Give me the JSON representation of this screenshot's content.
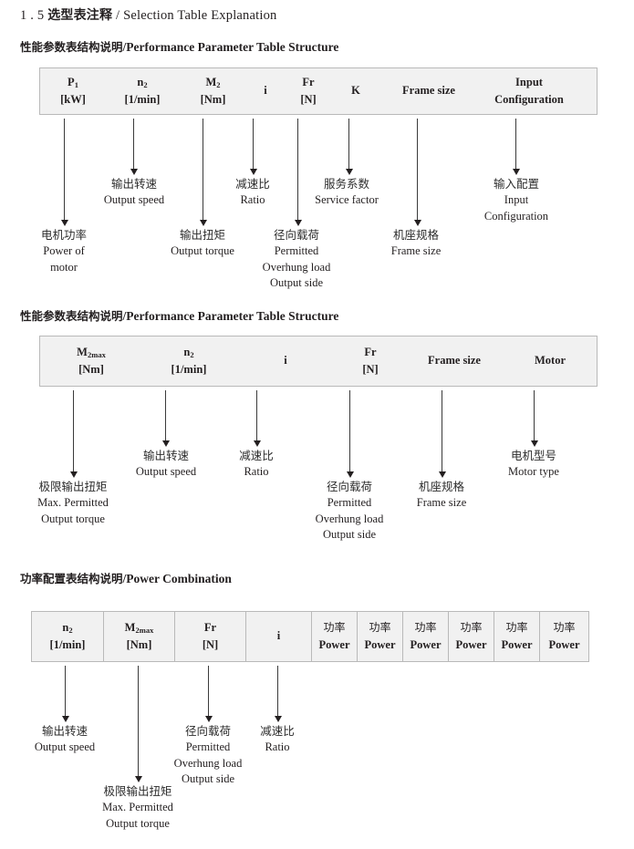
{
  "document": {
    "title_number": "1 . 5",
    "title_cn": "选型表注释",
    "title_sep": "/",
    "title_en": "Selection Table Explanation"
  },
  "sections": [
    {
      "heading_cn": "性能参数表结构说明",
      "heading_sep": "/",
      "heading_en": "Performance Parameter Table Structure",
      "table": {
        "divided": false,
        "columns": [
          {
            "line1": "P",
            "line1_sub": "1",
            "line2": "[kW]"
          },
          {
            "line1": "n",
            "line1_sub": "2",
            "line2": "[1/min]"
          },
          {
            "line1": "M",
            "line1_sub": "2",
            "line2": "[Nm]"
          },
          {
            "line1": "i",
            "line1_sub": "",
            "line2": ""
          },
          {
            "line1": "Fr",
            "line1_sub": "",
            "line2": "[N]"
          },
          {
            "line1": "K",
            "line1_sub": "",
            "line2": ""
          },
          {
            "line1": "Frame size",
            "line1_sub": "",
            "line2": ""
          },
          {
            "line1": "Input",
            "line1_sub": "",
            "line2": "Configuration"
          }
        ]
      },
      "notes": [
        {
          "cn": "电机功率",
          "en": [
            "Power of",
            "motor"
          ]
        },
        {
          "cn": "输出转速",
          "en": [
            "Output speed"
          ]
        },
        {
          "cn": "输出扭矩",
          "en": [
            "Output torque"
          ]
        },
        {
          "cn": "减速比",
          "en": [
            "Ratio"
          ]
        },
        {
          "cn": "径向载荷",
          "en": [
            "Permitted",
            "Overhung load",
            "Output side"
          ]
        },
        {
          "cn": "服务系数",
          "en": [
            "Service factor"
          ]
        },
        {
          "cn": "机座规格",
          "en": [
            "Frame size"
          ]
        },
        {
          "cn": "输入配置",
          "en": [
            "Input",
            "Configuration"
          ]
        }
      ]
    },
    {
      "heading_cn": "性能参数表结构说明",
      "heading_sep": "/",
      "heading_en": "Performance Parameter Table Structure",
      "table": {
        "divided": false,
        "columns": [
          {
            "line1": "M",
            "line1_sub": "2max",
            "line2": "[Nm]"
          },
          {
            "line1": "n",
            "line1_sub": "2",
            "line2": "[1/min]"
          },
          {
            "line1": "i",
            "line1_sub": "",
            "line2": ""
          },
          {
            "line1": "Fr",
            "line1_sub": "",
            "line2": "[N]"
          },
          {
            "line1": "Frame size",
            "line1_sub": "",
            "line2": ""
          },
          {
            "line1": "Motor",
            "line1_sub": "",
            "line2": ""
          }
        ]
      },
      "notes": [
        {
          "cn": "极限输出扭矩",
          "en": [
            "Max. Permitted",
            "Output  torque"
          ]
        },
        {
          "cn": "输出转速",
          "en": [
            "Output speed"
          ]
        },
        {
          "cn": "减速比",
          "en": [
            "Ratio"
          ]
        },
        {
          "cn": "径向载荷",
          "en": [
            "Permitted",
            "Overhung load",
            "Output side"
          ]
        },
        {
          "cn": "机座规格",
          "en": [
            "Frame size"
          ]
        },
        {
          "cn": "电机型号",
          "en": [
            "Motor type"
          ]
        }
      ]
    },
    {
      "heading_cn": "功率配置表结构说明",
      "heading_sep": "/",
      "heading_en": "Power Combination",
      "table": {
        "divided": true,
        "columns": [
          {
            "line1": "n",
            "line1_sub": "2",
            "line2": "[1/min]"
          },
          {
            "line1": "M",
            "line1_sub": "2max",
            "line2": "[Nm]"
          },
          {
            "line1": "Fr",
            "line1_sub": "",
            "line2": "[N]"
          },
          {
            "line1": "i",
            "line1_sub": "",
            "line2": ""
          },
          {
            "line1_cn": "功率",
            "line1_sub": "",
            "line2": "Power"
          },
          {
            "line1_cn": "功率",
            "line1_sub": "",
            "line2": "Power"
          },
          {
            "line1_cn": "功率",
            "line1_sub": "",
            "line2": "Power"
          },
          {
            "line1_cn": "功率",
            "line1_sub": "",
            "line2": "Power"
          },
          {
            "line1_cn": "功率",
            "line1_sub": "",
            "line2": "Power"
          },
          {
            "line1_cn": "功率",
            "line1_sub": "",
            "line2": "Power"
          }
        ]
      },
      "notes": [
        {
          "cn": "输出转速",
          "en": [
            "Output speed"
          ]
        },
        {
          "cn": "极限输出扭矩",
          "en": [
            "Max. Permitted",
            "Output  torque"
          ]
        },
        {
          "cn": "径向载荷",
          "en": [
            "Permitted",
            "Overhung load",
            "Output side"
          ]
        },
        {
          "cn": "减速比",
          "en": [
            "Ratio"
          ]
        }
      ]
    }
  ]
}
